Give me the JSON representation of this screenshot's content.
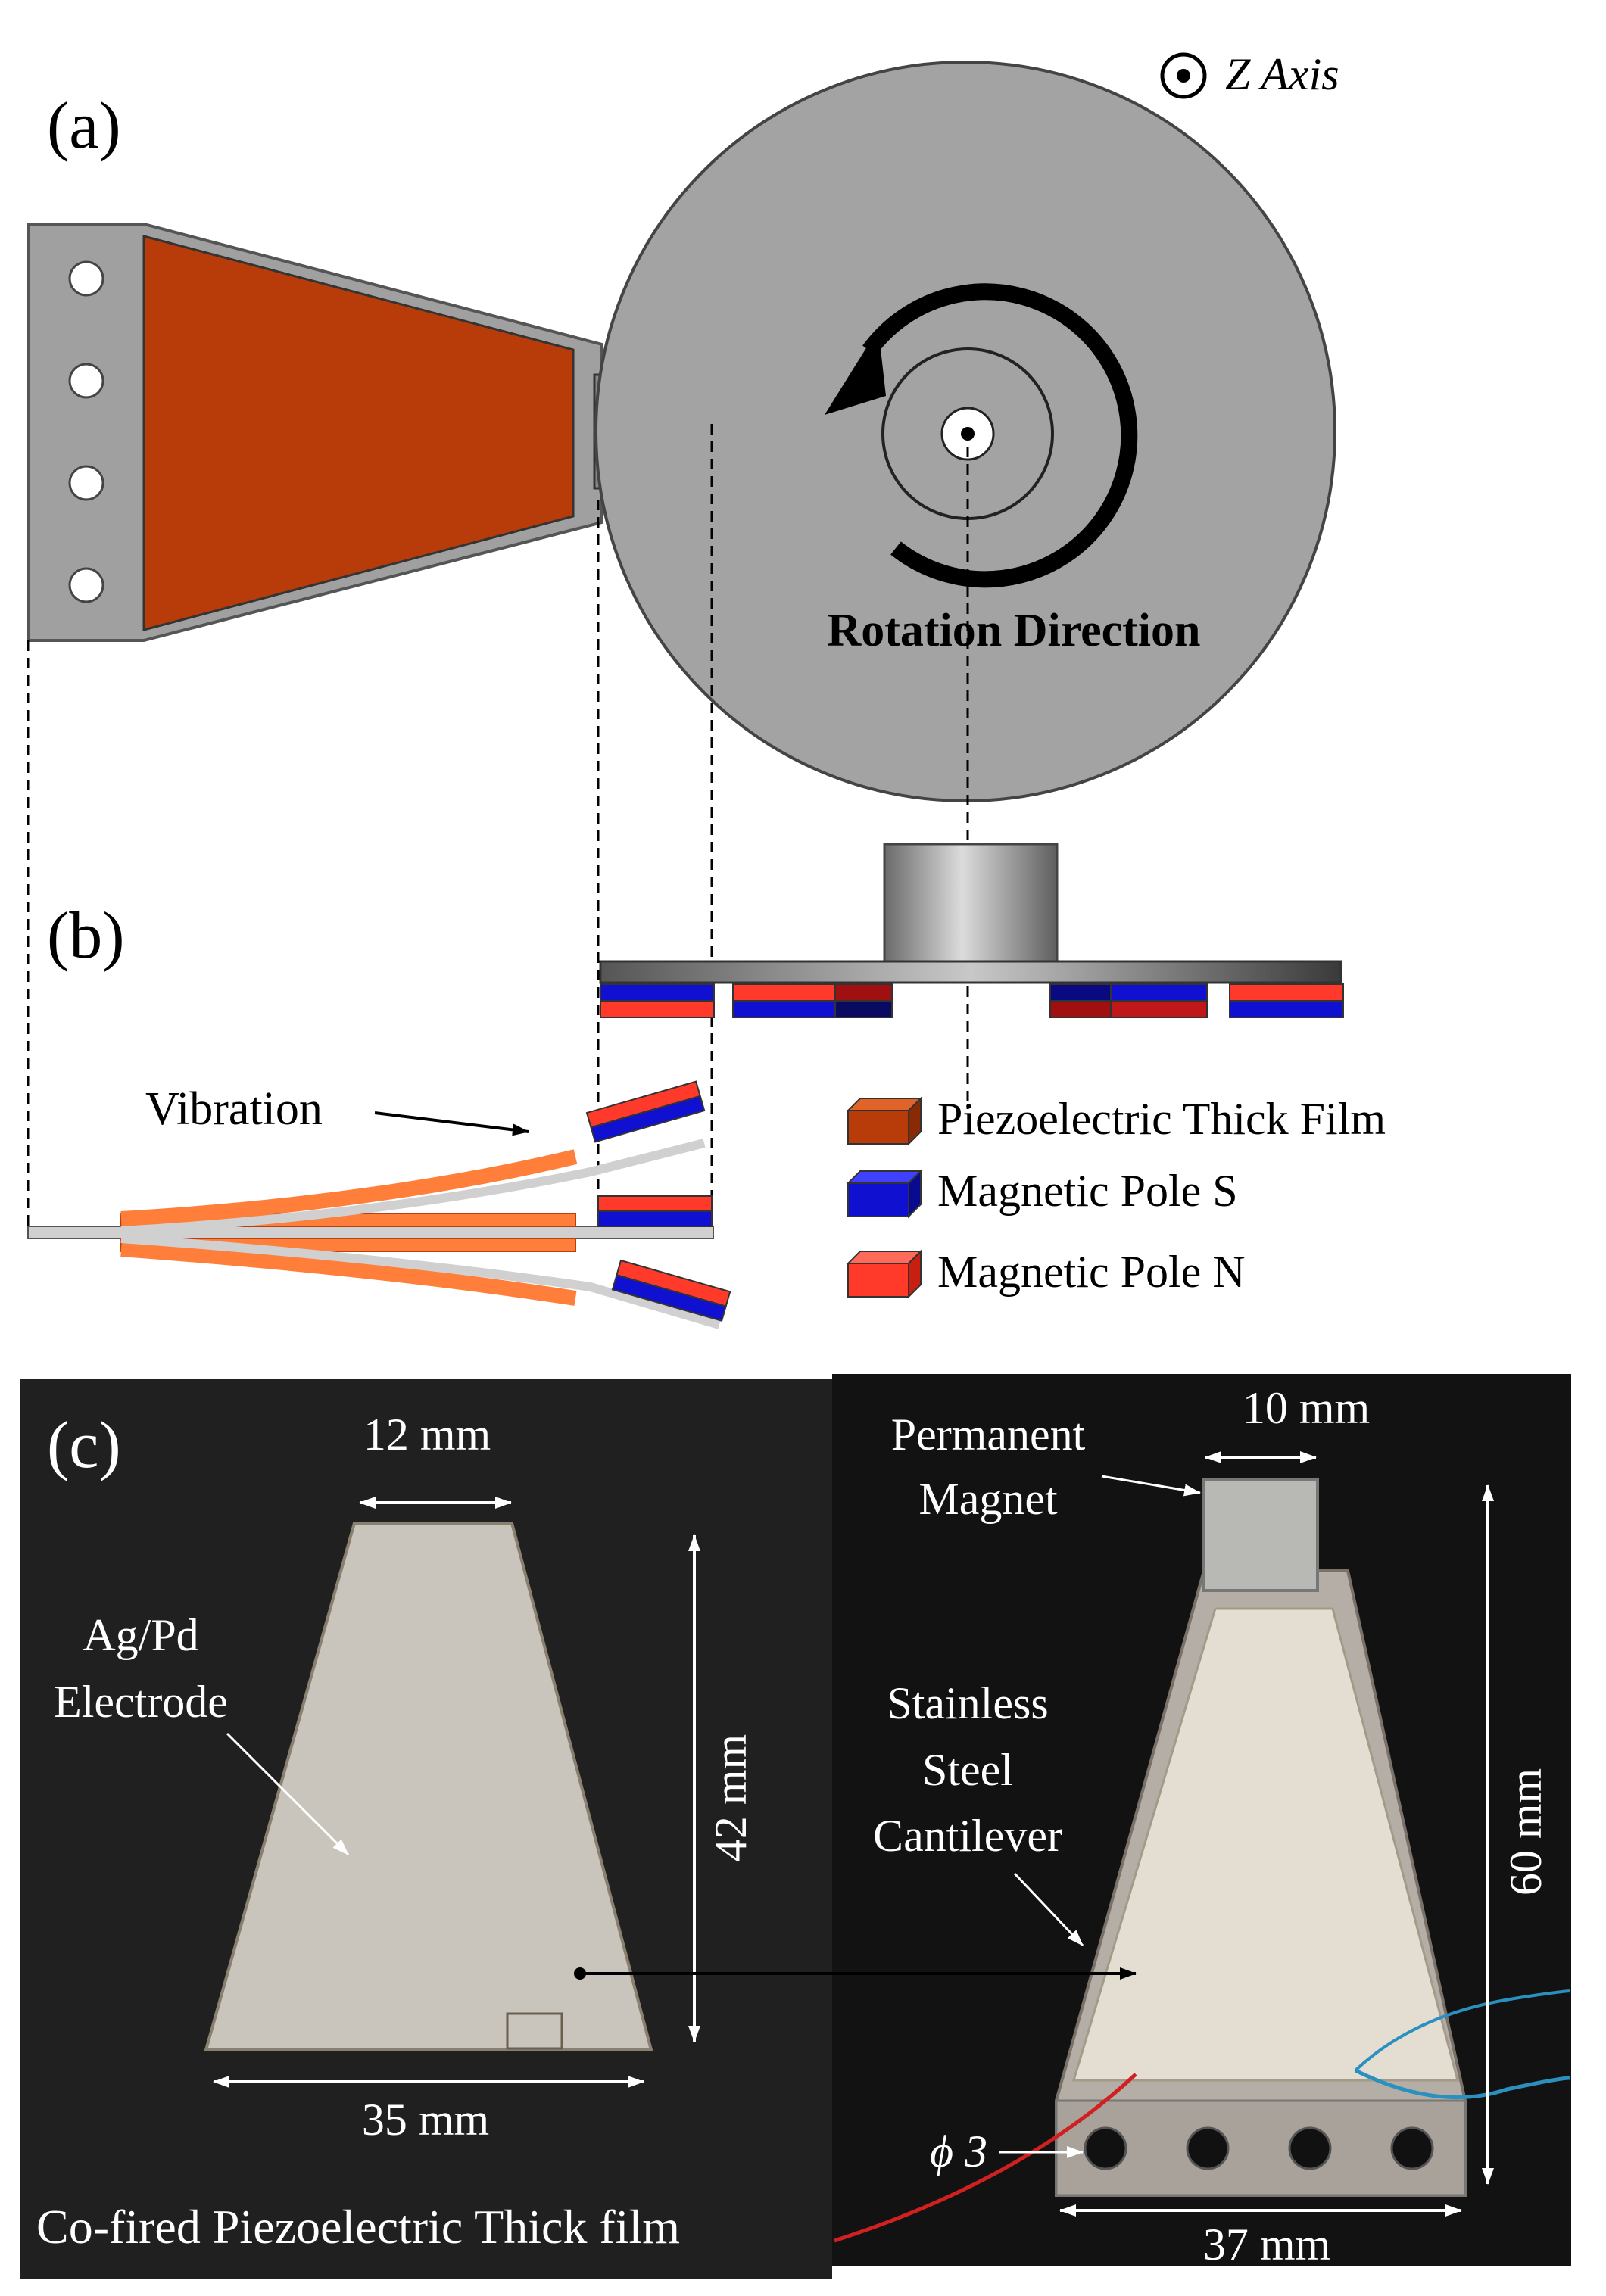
{
  "panel_a": {
    "label": "(a)",
    "z_axis_label": "Z Axis",
    "rotation_label": "Rotation Direction"
  },
  "panel_b": {
    "label": "(b)",
    "vibration_label": "Vibration",
    "legend": [
      {
        "label": "Piezoelectric Thick Film",
        "color": "#b83c0a"
      },
      {
        "label": "Magnetic Pole S",
        "color": "#1010d0"
      },
      {
        "label": "Magnetic Pole N",
        "color": "#ff3a2a"
      }
    ]
  },
  "panel_c": {
    "label": "(c)",
    "dim_top_left": "12 mm",
    "dim_height_left": "42 mm",
    "dim_bottom_left": "35 mm",
    "electrode_label_1": "Ag/Pd",
    "electrode_label_2": "Electrode",
    "caption": "Co-fired Piezoelectric Thick film",
    "magnet_label_1": "Permanent",
    "magnet_label_2": "Magnet",
    "dim_magnet": "10 mm",
    "cantilever_label_1": "Stainless",
    "cantilever_label_2": "Steel",
    "cantilever_label_3": "Cantilever",
    "dim_height_right": "60 mm",
    "dim_bottom_right": "37 mm",
    "hole_label": "ϕ 3"
  },
  "colors": {
    "disk": "#a3a3a3",
    "frame": "#a0a0a0",
    "piezo": "#b83c0a",
    "pole_s": "#1010d0",
    "pole_n": "#ff3a2a",
    "photo_bg": "#1a1a1a"
  }
}
